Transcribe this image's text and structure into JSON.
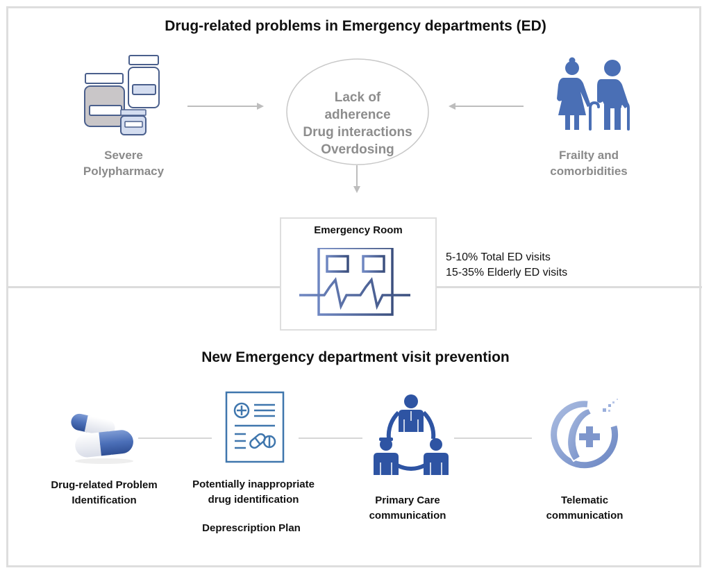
{
  "top_section": {
    "title": "Drug-related problems in Emergency departments (ED)",
    "left_factor": {
      "icon": "medicine-bottles-icon",
      "line1": "Severe",
      "line2": "Polypharmacy"
    },
    "right_factor": {
      "icon": "elderly-couple-icon",
      "line1": "Frailty and",
      "line2": "comorbidities"
    },
    "center_problems": [
      "Lack of",
      "adherence",
      "Drug interactions",
      "Overdosing"
    ],
    "emergency_room": {
      "title": "Emergency Room",
      "icon": "emergency-doors-icon",
      "stats": [
        "5-10% Total ED visits",
        "15-35% Elderly ED visits"
      ]
    }
  },
  "bottom_section": {
    "title": "New Emergency department visit prevention",
    "steps": [
      {
        "icon": "capsules-icon",
        "lines": [
          "Drug-related Problem",
          "Identification"
        ]
      },
      {
        "icon": "prescription-document-icon",
        "lines": [
          "Potentially inappropriate",
          "drug identification"
        ],
        "extra": "Deprescription Plan"
      },
      {
        "icon": "care-team-icon",
        "lines": [
          "Primary Care",
          "communication"
        ]
      },
      {
        "icon": "telemedicine-phone-icon",
        "lines": [
          "Telematic",
          "communication"
        ]
      }
    ]
  },
  "colors": {
    "icon_blue": "#4a6fb5",
    "icon_dark_blue": "#2e54a3",
    "outline_blue": "#4a5f8c",
    "light_blue_fill": "#d4ddf0",
    "gray_fill": "#c9c6c8",
    "gray_text": "#8a8a8a",
    "arrow_gray": "#bdbdbd",
    "frame_gray": "#dedede"
  }
}
